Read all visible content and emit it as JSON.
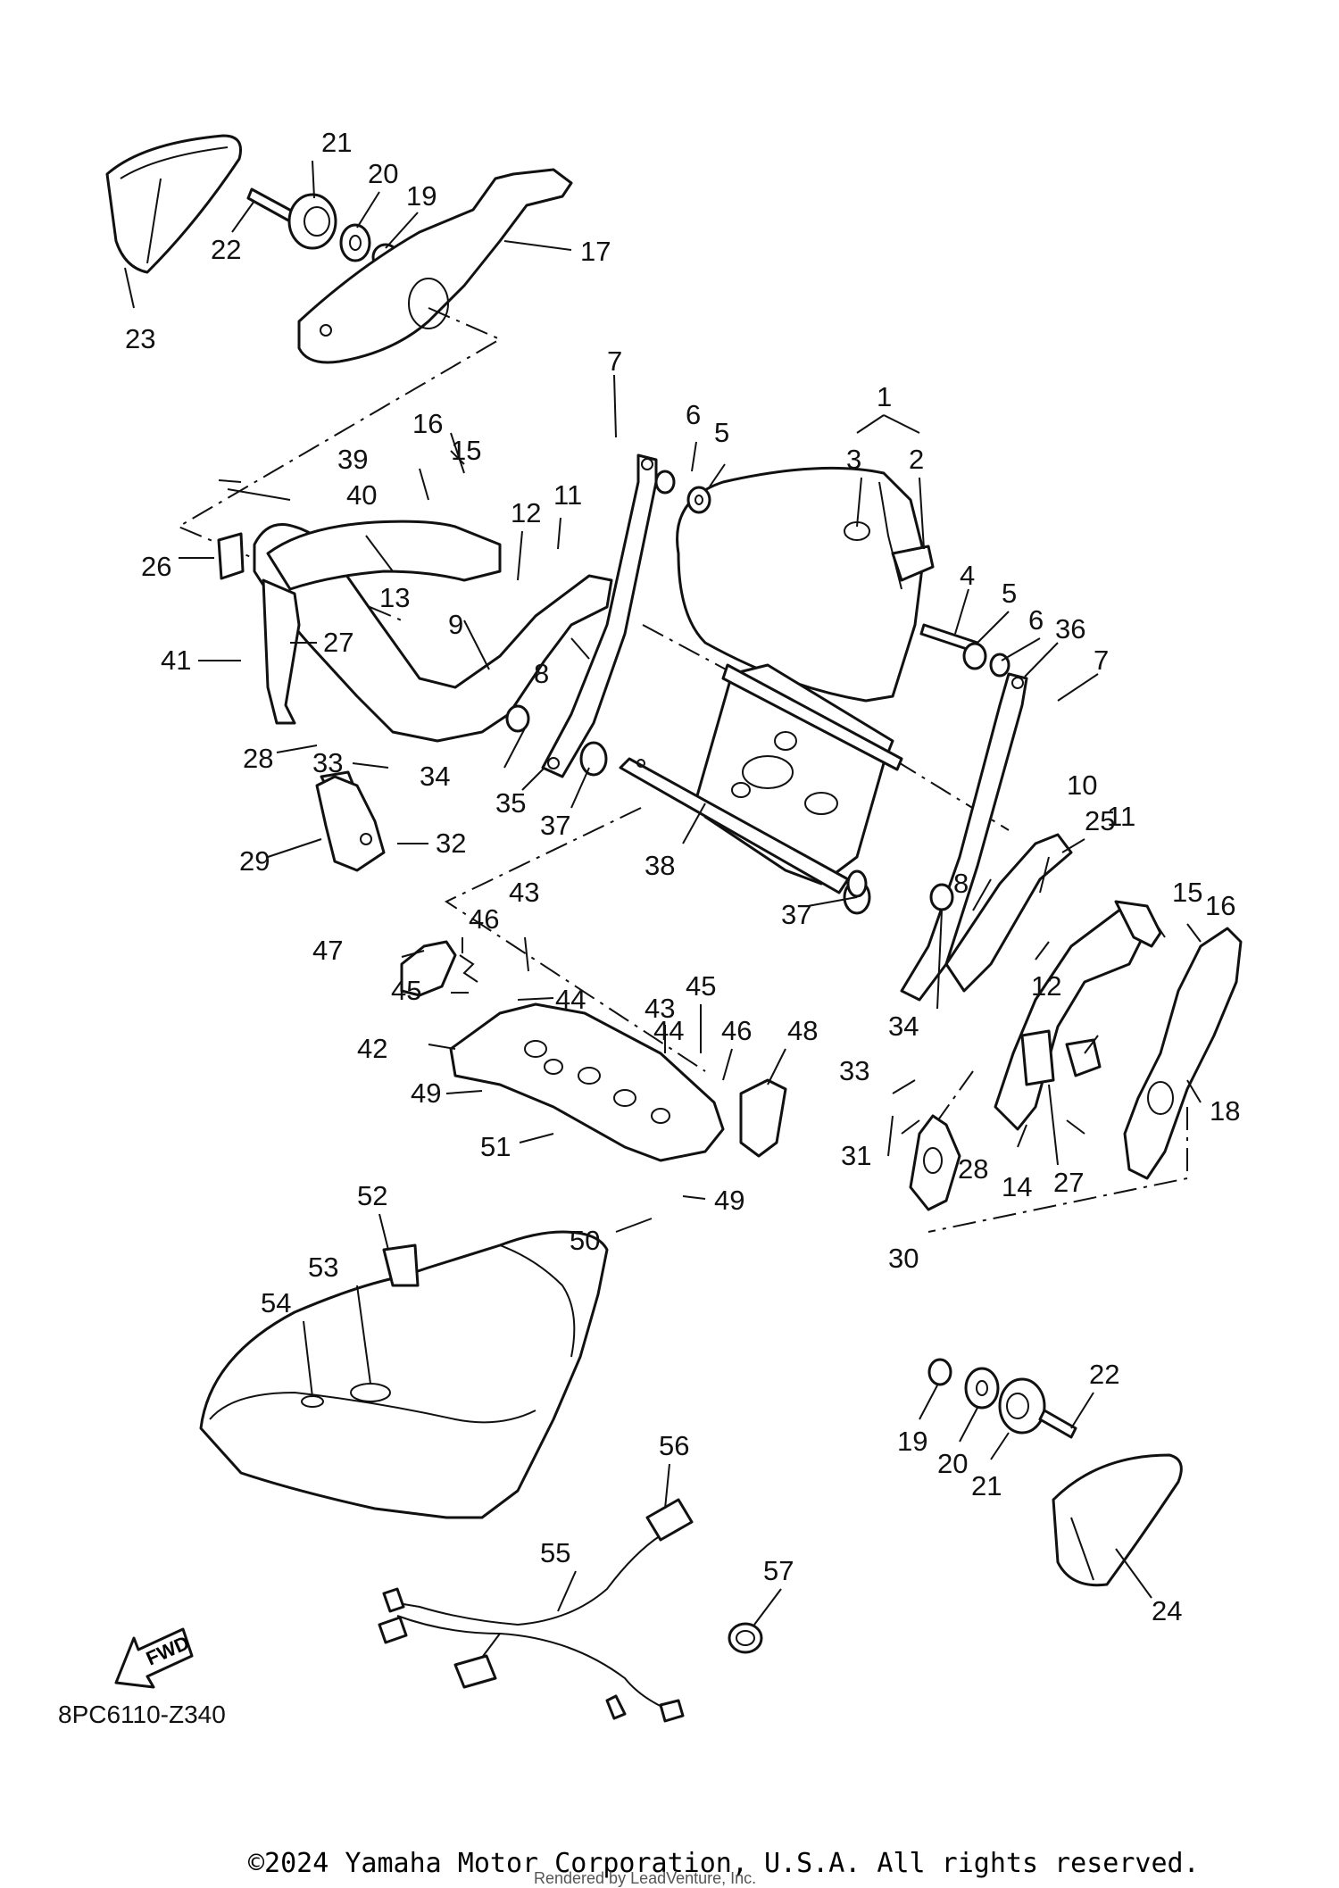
{
  "diagram": {
    "figure_code": "8PC6110-Z340",
    "direction_label": "FWD",
    "copyright": "©2024 Yamaha Motor Corporation, U.S.A. All rights reserved.",
    "rendered_by": "Rendered by LeadVenture, Inc.",
    "callouts": [
      "1",
      "2",
      "3",
      "4",
      "5",
      "5",
      "6",
      "6",
      "7",
      "7",
      "8",
      "8",
      "9",
      "10",
      "11",
      "11",
      "12",
      "12",
      "13",
      "14",
      "15",
      "15",
      "16",
      "16",
      "17",
      "18",
      "19",
      "19",
      "20",
      "20",
      "21",
      "21",
      "22",
      "22",
      "23",
      "24",
      "25",
      "26",
      "27",
      "27",
      "28",
      "28",
      "29",
      "30",
      "31",
      "32",
      "33",
      "33",
      "34",
      "34",
      "35",
      "36",
      "37",
      "37",
      "38",
      "39",
      "40",
      "41",
      "42",
      "43",
      "43",
      "44",
      "44",
      "45",
      "45",
      "46",
      "46",
      "47",
      "48",
      "49",
      "49",
      "50",
      "51",
      "52",
      "53",
      "54",
      "55",
      "56",
      "57"
    ]
  }
}
